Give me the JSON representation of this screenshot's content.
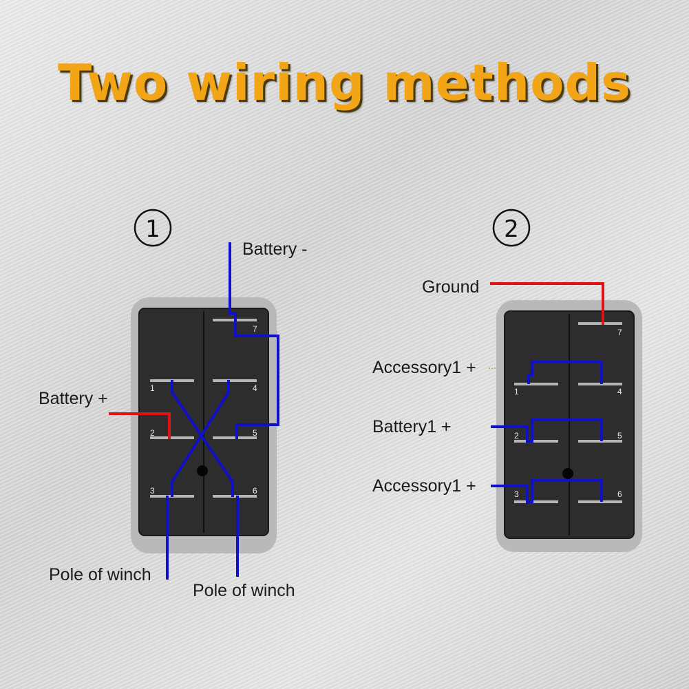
{
  "title": "Two wiring methods",
  "diagram1": {
    "number": "1",
    "labels": {
      "battery_neg": "Battery -",
      "battery_pos": "Battery +",
      "pole_left": "Pole of winch",
      "pole_right": "Pole of winch"
    },
    "pins": [
      "1",
      "2",
      "3",
      "4",
      "5",
      "6",
      "7"
    ]
  },
  "diagram2": {
    "number": "2",
    "labels": {
      "ground": "Ground",
      "accessory_top": "Accessory1 +",
      "battery": "Battery1 +",
      "accessory_bottom": "Accessory1 +"
    },
    "pins": [
      "1",
      "2",
      "3",
      "4",
      "5",
      "6",
      "7"
    ]
  },
  "colors": {
    "title": "#f2a517",
    "positive_wire": "#e01212",
    "negative_wire": "#1010c8",
    "switch_body": "#2d2d2d",
    "terminal": "#b4b4b4"
  }
}
